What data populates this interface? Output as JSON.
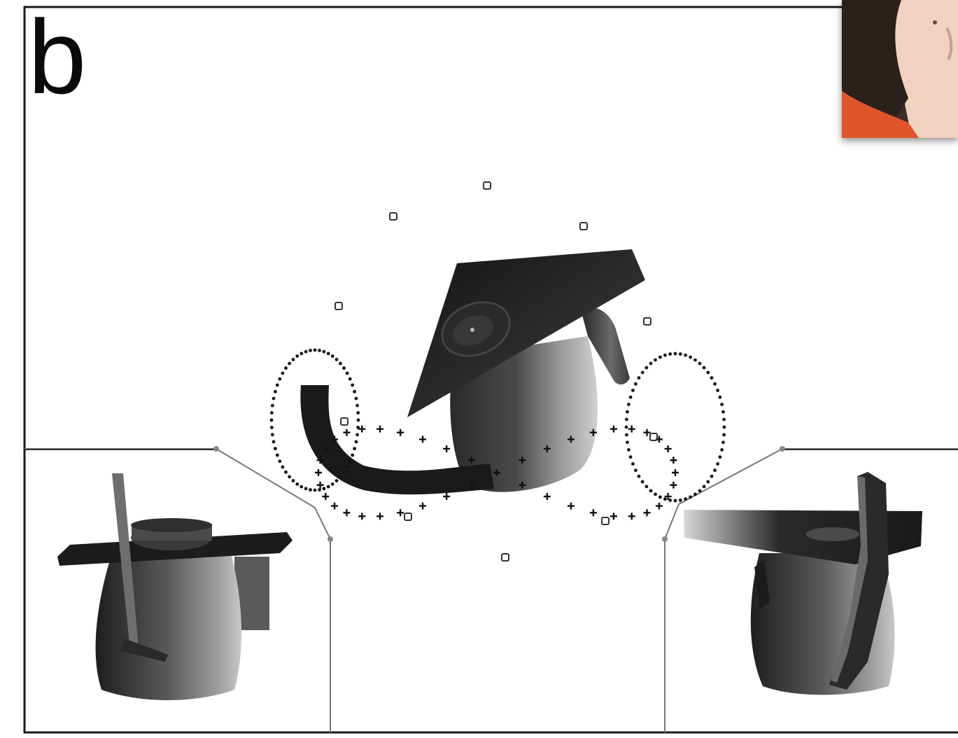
{
  "figure": {
    "panel_label": "b"
  },
  "colors": {
    "frame": "#1a1a1a",
    "object_dark": "#1c1c1c",
    "object_mid": "#5a5a5a",
    "object_light": "#bdbdbd",
    "markers": "#111111",
    "webcam_orange": "#e0552a",
    "webcam_hair": "#2b211c",
    "webcam_skin": "#f1d1bf"
  },
  "views": [
    {
      "name": "main-3d-view",
      "subject": "teapot-graduation-cap-model"
    },
    {
      "name": "left-side-view",
      "subject": "teapot-graduation-cap-model"
    },
    {
      "name": "right-side-view",
      "subject": "teapot-graduation-cap-model"
    }
  ],
  "overlays": {
    "webcam_thumbnail": "presenter-webcam"
  }
}
